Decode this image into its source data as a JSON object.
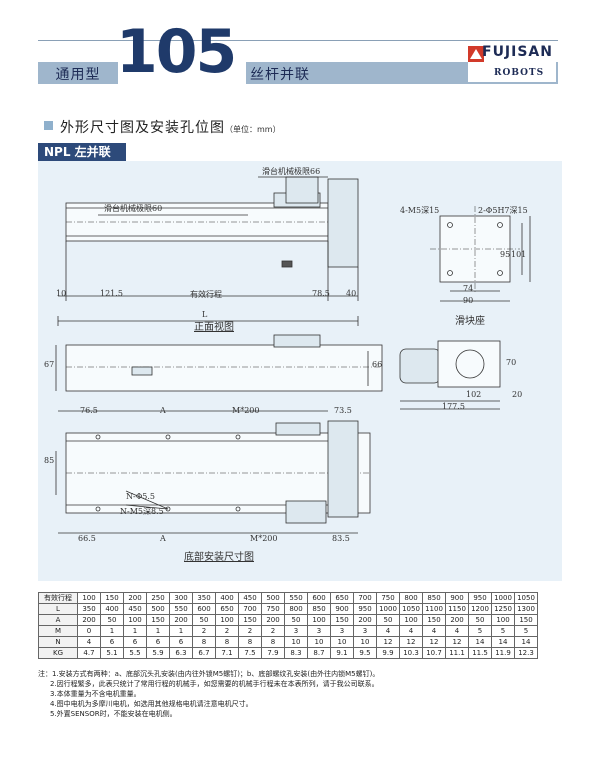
{
  "header": {
    "series_label": "通用型",
    "model_number": "105",
    "type_label": "丝杆并联",
    "brand_name": "FUJISAN",
    "brand_sub": "ROBOTS"
  },
  "section": {
    "title": "外形尺寸图及安装孔位图",
    "unit": "（单位：mm）"
  },
  "model_tag": "NPL 左并联",
  "drawing": {
    "front_labels": {
      "slide_limit_right": "滑台机械极限66",
      "slide_limit_left": "滑台机械极限60",
      "dim_10": "10",
      "dim_121_5": "121.5",
      "effective_stroke": "有效行程",
      "dim_78_5": "78.5",
      "dim_40": "40",
      "dim_L": "L",
      "caption": "正面视图"
    },
    "slider_labels": {
      "holes_m5": "4-M5深15",
      "holes_pin": "2-Φ5H7深15",
      "dim_95": "95",
      "dim_101": "101",
      "dim_74": "74",
      "dim_90": "90",
      "caption": "滑块座"
    },
    "side_labels": {
      "dim_67": "67",
      "dim_66": "66",
      "dim_70": "70",
      "dim_102": "102",
      "dim_20": "20",
      "dim_177_5": "177.5"
    },
    "bottom_labels": {
      "dim_76_5": "76.5",
      "dim_A_top": "A",
      "dim_M200_top": "M*200",
      "dim_73_5": "73.5",
      "dim_85": "85",
      "hole_n_d": "N-Φ5.5",
      "hole_n_m5": "N-M5深8.5",
      "dim_66_5": "66.5",
      "dim_A_bot": "A",
      "dim_M200_bot": "M*200",
      "dim_83_5": "83.5",
      "caption": "底部安装尺寸图"
    }
  },
  "table": {
    "rows": [
      {
        "label": "有效行程",
        "values": [
          "100",
          "150",
          "200",
          "250",
          "300",
          "350",
          "400",
          "450",
          "500",
          "550",
          "600",
          "650",
          "700",
          "750",
          "800",
          "850",
          "900",
          "950",
          "1000",
          "1050"
        ]
      },
      {
        "label": "L",
        "values": [
          "350",
          "400",
          "450",
          "500",
          "550",
          "600",
          "650",
          "700",
          "750",
          "800",
          "850",
          "900",
          "950",
          "1000",
          "1050",
          "1100",
          "1150",
          "1200",
          "1250",
          "1300"
        ]
      },
      {
        "label": "A",
        "values": [
          "200",
          "50",
          "100",
          "150",
          "200",
          "50",
          "100",
          "150",
          "200",
          "50",
          "100",
          "150",
          "200",
          "50",
          "100",
          "150",
          "200",
          "50",
          "100",
          "150"
        ]
      },
      {
        "label": "M",
        "values": [
          "0",
          "1",
          "1",
          "1",
          "1",
          "2",
          "2",
          "2",
          "2",
          "3",
          "3",
          "3",
          "3",
          "4",
          "4",
          "4",
          "4",
          "5",
          "5",
          "5"
        ]
      },
      {
        "label": "N",
        "values": [
          "4",
          "6",
          "6",
          "6",
          "6",
          "8",
          "8",
          "8",
          "8",
          "10",
          "10",
          "10",
          "10",
          "12",
          "12",
          "12",
          "12",
          "14",
          "14",
          "14"
        ]
      },
      {
        "label": "KG",
        "values": [
          "4.7",
          "5.1",
          "5.5",
          "5.9",
          "6.3",
          "6.7",
          "7.1",
          "7.5",
          "7.9",
          "8.3",
          "8.7",
          "9.1",
          "9.5",
          "9.9",
          "10.3",
          "10.7",
          "11.1",
          "11.5",
          "11.9",
          "12.3"
        ]
      }
    ]
  },
  "notes": [
    "注：1.安装方式有两种：a、底部沉头孔安装(由内往外锁M5螺钉)；b、底部螺纹孔安装(由外往内锁M5螺钉)。",
    "2.因行程繁多，此表只统计了常用行程的机械手，如您需要的机械手行程未在本表所列，请于我公司联系。",
    "3.本体重量为不含电机重量。",
    "4.图中电机为多摩川电机，如选用其他规格电机请注意电机尺寸。",
    "5.外置SENSOR时，不能安装在电机侧。"
  ]
}
